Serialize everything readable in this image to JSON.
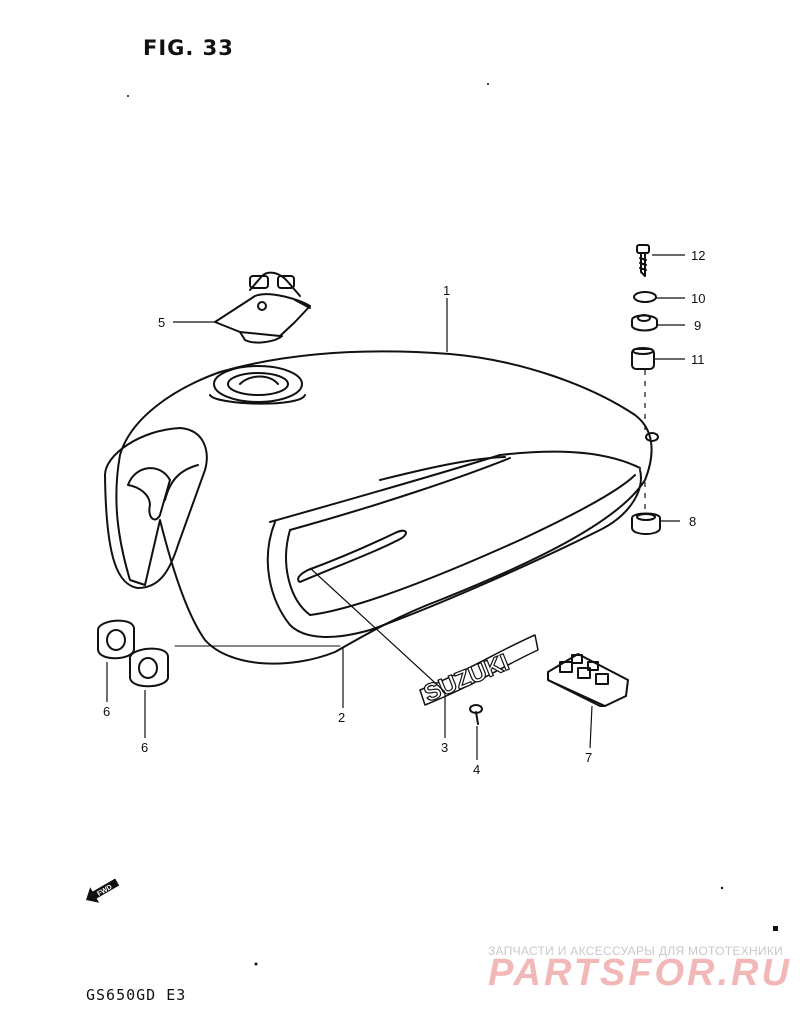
{
  "figure": {
    "title": "FIG. 33"
  },
  "model": "GS650GD  E3",
  "fwd_label": "FWD",
  "watermark": {
    "caption": "ЗАПЧАСТИ И АКСЕССУАРЫ ДЛЯ МОТОТЕХНИКИ",
    "logo": "PARTSFOR.RU"
  },
  "emblem_text": "SUZUKI",
  "callouts": {
    "c1": "1",
    "c2": "2",
    "c3": "3",
    "c4": "4",
    "c5": "5",
    "c6a": "6",
    "c6b": "6",
    "c7": "7",
    "c8": "8",
    "c9": "9",
    "c10": "10",
    "c11": "11",
    "c12": "12"
  },
  "colors": {
    "line": "#111111",
    "watermark_red": "#e9a2a2",
    "watermark_gray": "#bdbdbd"
  }
}
